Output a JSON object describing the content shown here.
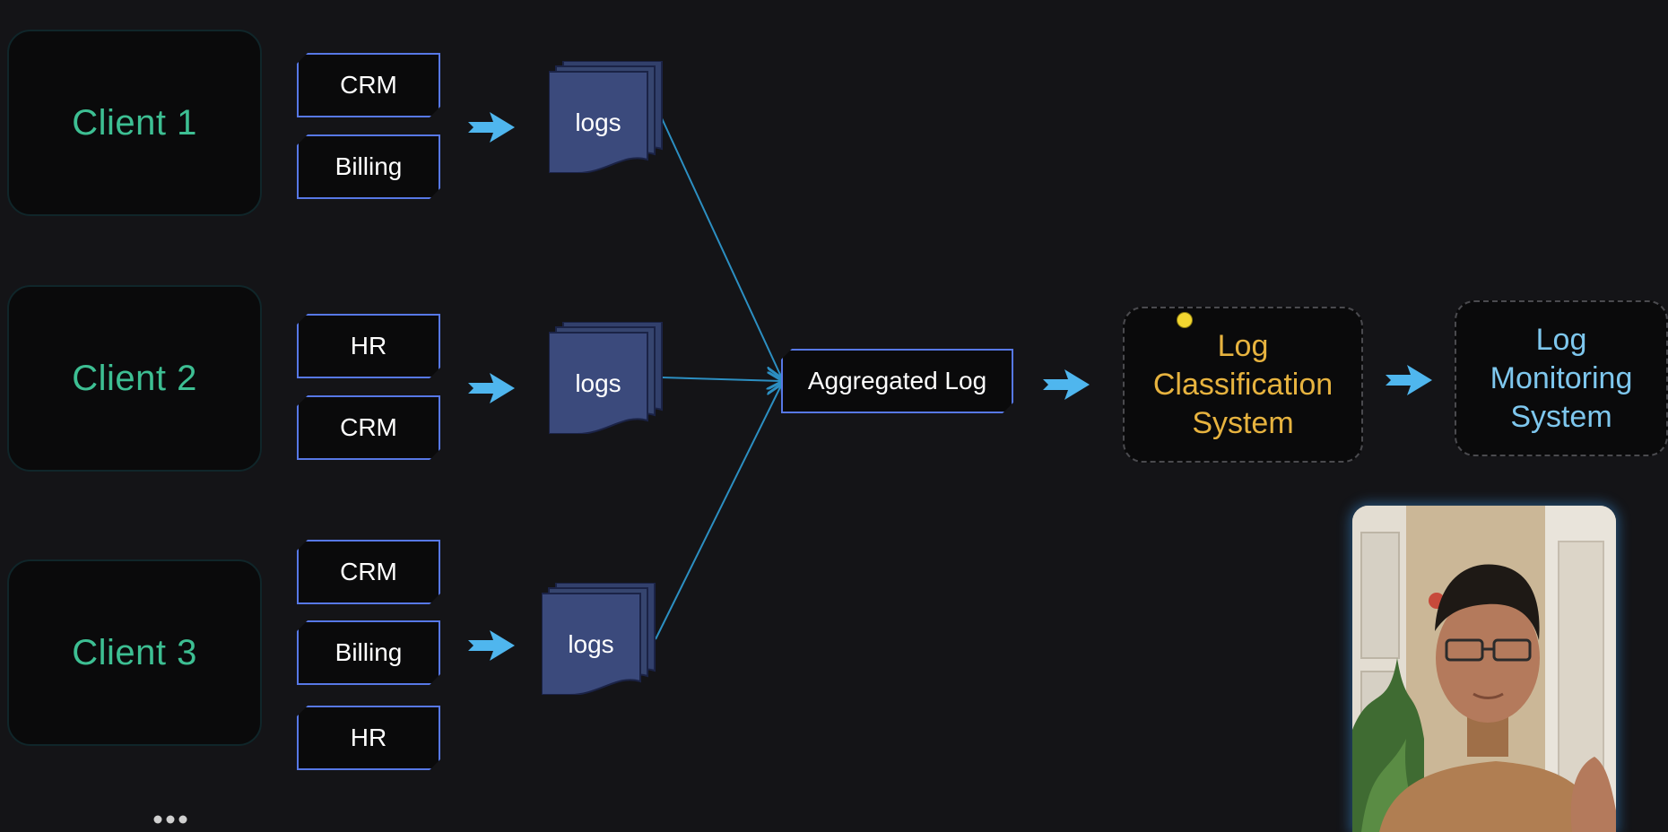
{
  "clients": [
    {
      "label": "Client 1",
      "tags": [
        "CRM",
        "Billing"
      ]
    },
    {
      "label": "Client 2",
      "tags": [
        "HR",
        "CRM"
      ]
    },
    {
      "label": "Client 3",
      "tags": [
        "CRM",
        "Billing",
        "HR"
      ]
    }
  ],
  "logs_label": "logs",
  "aggregated": "Aggregated Log",
  "classification": {
    "line1": "Log",
    "line2": "Classification",
    "line3": "System"
  },
  "monitoring": {
    "line1": "Log",
    "line2": "Monitoring",
    "line3": "System"
  },
  "colors": {
    "background": "#141417",
    "client_text": "#3dbf93",
    "tag_border": "#5778e6",
    "logs_fill": "#3b4a7c",
    "connector": "#2c8fc2",
    "arrow": "#4fb6ee",
    "classification_text": "#e7b33f",
    "monitoring_text": "#7ec7ee"
  },
  "icons": {
    "arrow": "right-arrow-icon",
    "logs": "document-stack-icon",
    "cursor": "cursor-highlight-icon",
    "more": "ellipsis-icon",
    "webcam": "presenter-video"
  }
}
